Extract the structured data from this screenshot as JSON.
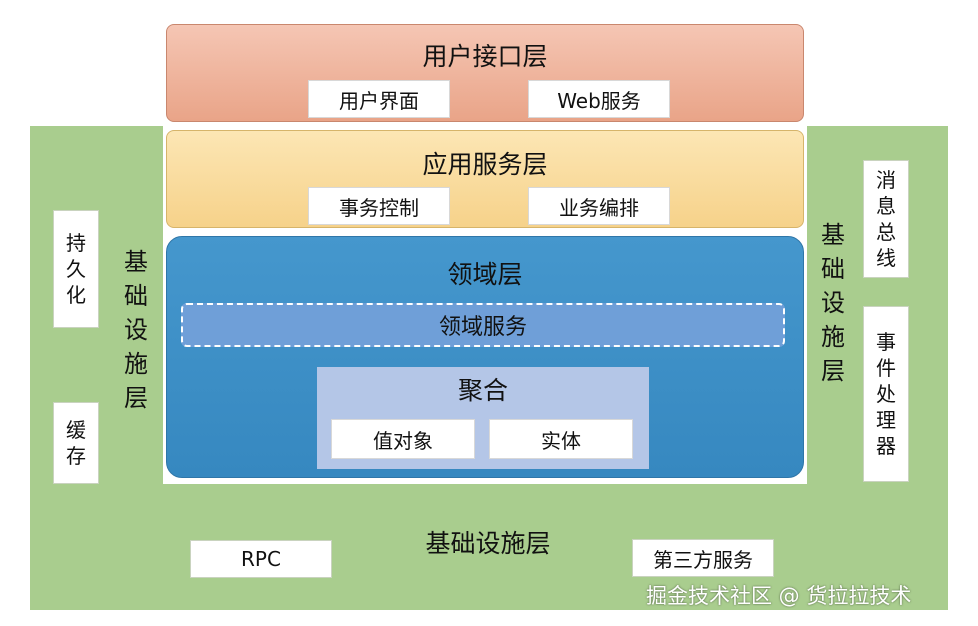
{
  "user_interface_layer": {
    "title": "用户接口层",
    "items": [
      "用户界面",
      "Web服务"
    ]
  },
  "application_service_layer": {
    "title": "应用服务层",
    "items": [
      "事务控制",
      "业务编排"
    ]
  },
  "domain_layer": {
    "title": "领域层",
    "domain_service": "领域服务",
    "aggregate": {
      "title": "聚合",
      "items": [
        "值对象",
        "实体"
      ]
    }
  },
  "infrastructure_layer": {
    "title": "基础设施层",
    "left_label": [
      "基",
      "础",
      "设",
      "施",
      "层"
    ],
    "right_label": [
      "基",
      "础",
      "设",
      "施",
      "层"
    ],
    "left_items": [
      [
        "持",
        "久",
        "化"
      ],
      [
        "缓",
        "存"
      ]
    ],
    "right_items": [
      [
        "消",
        "息",
        "总",
        "线"
      ],
      [
        "事",
        "件",
        "处",
        "理",
        "器"
      ]
    ],
    "bottom_items": [
      "RPC",
      "第三方服务"
    ]
  },
  "watermark": "掘金技术社区 @ 货拉拉技术",
  "colors": {
    "infrastructure": "#a9cd8e",
    "user_interface": "#f0b39c",
    "application_service": "#f9dc9c",
    "domain": "#3b8fc6",
    "domain_service": "#6f9fd8",
    "aggregate": "#b4c6e7"
  }
}
